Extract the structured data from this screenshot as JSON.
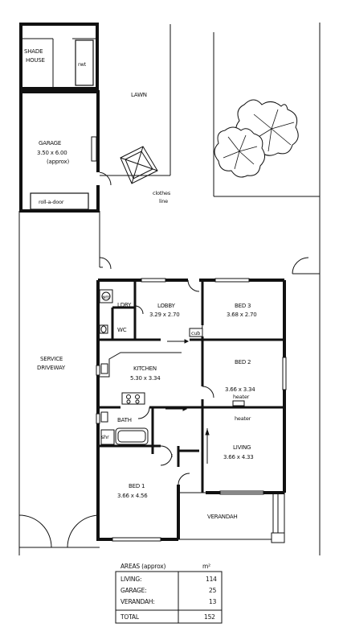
{
  "rooms": {
    "shade_house": {
      "line1": "SHADE",
      "line2": "HOUSE"
    },
    "rwt": "rwt",
    "lawn": "LAWN",
    "garage": {
      "name": "GARAGE",
      "size": "3.50 x 6.00",
      "note": "(approx)"
    },
    "roll_a_door": "roll-a-door",
    "clothes_line": {
      "line1": "clothes",
      "line2": "line"
    },
    "service_driveway": {
      "line1": "SERVICE",
      "line2": "DRIVEWAY"
    },
    "wm": "wm",
    "ldry": "LDRY",
    "wc": "WC",
    "lobby": {
      "name": "LOBBY",
      "size": "3.29 x 2.70"
    },
    "bed3": {
      "name": "BED 3",
      "size": "3.68 x 2.70"
    },
    "cub": "cub",
    "kitchen": {
      "name": "KITCHEN",
      "size": "5.30 x 3.34"
    },
    "bed2": {
      "name": "BED 2",
      "size": "3.66 x 3.34"
    },
    "heater1": "heater",
    "heater2": "heater",
    "bath": "BATH",
    "shr": "shr",
    "living": {
      "name": "LIVING",
      "size": "3.66 x 4.33"
    },
    "bed1": {
      "name": "BED 1",
      "size": "3.66 x 4.56"
    },
    "verandah": "VERANDAH"
  },
  "areas": {
    "title": "AREAS (approx)",
    "unit": "m²",
    "rows": [
      {
        "label": "LIVING:",
        "value": "114"
      },
      {
        "label": "GARAGE:",
        "value": "25"
      },
      {
        "label": "VERANDAH:",
        "value": "13"
      }
    ],
    "total": {
      "label": "TOTAL",
      "value": "152"
    }
  }
}
